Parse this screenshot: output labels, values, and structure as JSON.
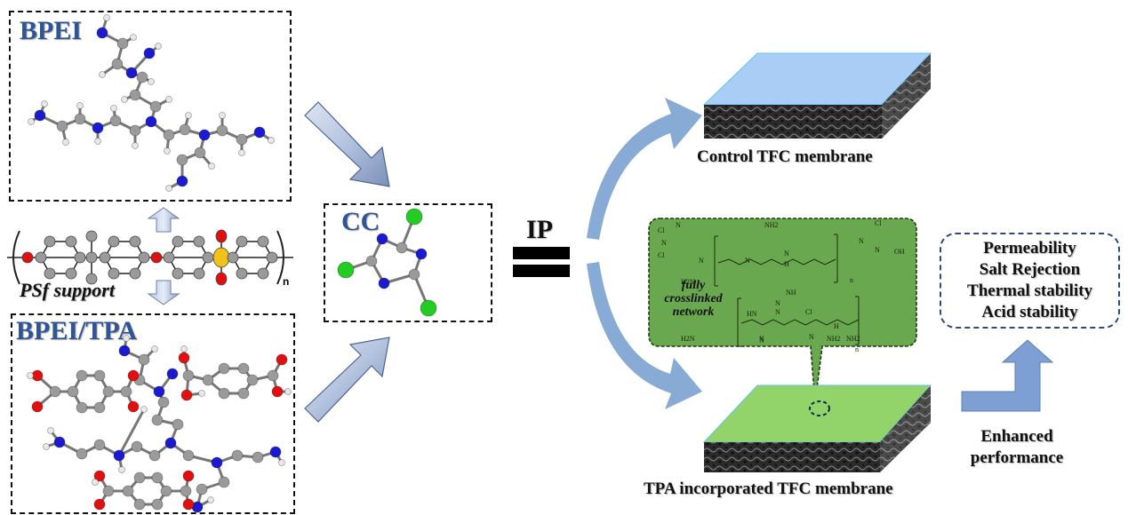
{
  "left_panel": {
    "bpei_label": "BPEI",
    "psf_label": "PSf support",
    "psf_subscript": "n",
    "bpei_tpa_label": "BPEI/TPA"
  },
  "center": {
    "cc_label": "CC",
    "ip_label": "IP"
  },
  "right_panel": {
    "control_membrane_label": "Control TFC membrane",
    "tpa_membrane_label": "TPA incorporated TFC membrane",
    "network_callout": {
      "label_lines": [
        "fully",
        "crosslinked",
        "network"
      ],
      "chem_labels": [
        "Cl",
        "N",
        "N",
        "Cl",
        "NH2",
        "H2N",
        "N",
        "N",
        "N",
        "H",
        "n",
        "Cl",
        "N",
        "N",
        "OH",
        "NH",
        "HN",
        "N",
        "N",
        "Cl",
        "N",
        "N",
        "H",
        "NH2",
        "H2N",
        "N",
        "NH2",
        "n"
      ]
    },
    "properties": [
      "Permeability",
      "Salt Rejection",
      "Thermal stability",
      "Acid stability"
    ],
    "enhanced_label_lines": [
      "Enhanced",
      "performance"
    ]
  },
  "colors": {
    "title_blue": "#2f5597",
    "nitrogen": "#1a1ad0",
    "carbon": "#9a9a9a",
    "hydrogen": "#e8e8e8",
    "oxygen": "#e01010",
    "chlorine": "#22cc22",
    "sulfur": "#f2c21a",
    "control_top": "#a9cdf5",
    "tpa_top": "#92d36a",
    "callout_green": "#6aa84f",
    "arrow_blue": "#7aa2d0"
  }
}
